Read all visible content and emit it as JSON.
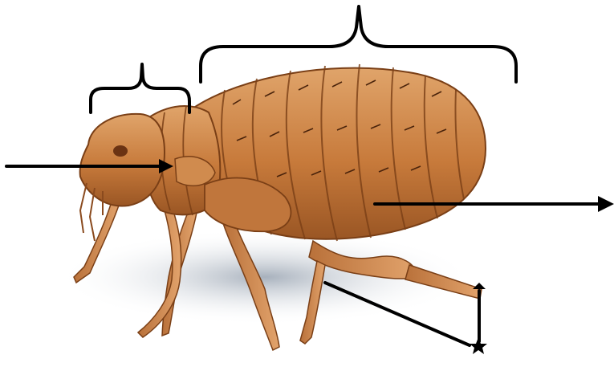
{
  "diagram": {
    "subject_icon": "flea-illustration",
    "annotations": {
      "head_bracket": "head-bracket",
      "abdomen_bracket": "abdomen-bracket",
      "head_arrow": "arrow-pointing-in",
      "abdomen_arrow": "arrow-pointing-out",
      "leg_arrow": "arrow-to-star",
      "star_marker": "star-marker"
    },
    "colors": {
      "body": "#c97a3c",
      "body_dark": "#8a4a1e",
      "body_light": "#e6a56a",
      "shadow": "#aeb7c2",
      "annotation": "#000000"
    }
  }
}
